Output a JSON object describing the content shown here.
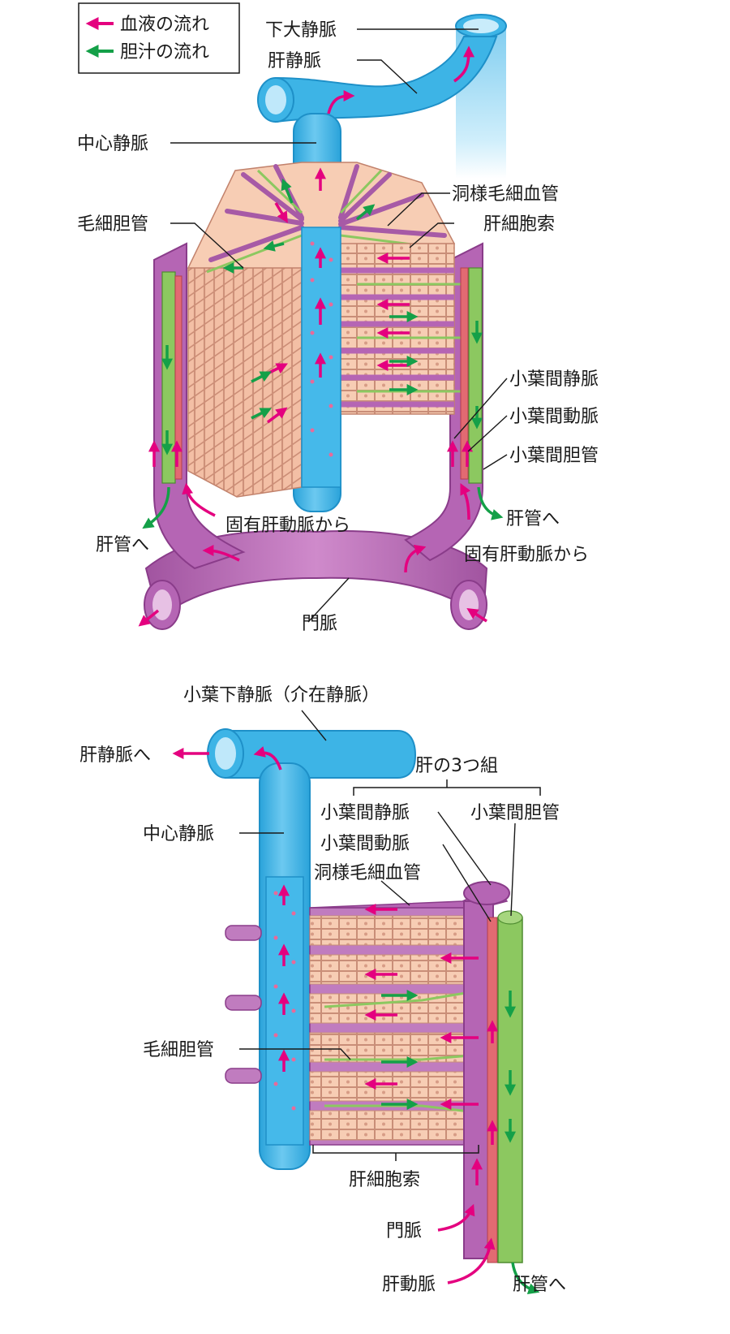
{
  "legend": {
    "blood_flow": "血液の流れ",
    "bile_flow": "胆汁の流れ"
  },
  "top_diagram": {
    "inferior_vena_cava": "下大静脈",
    "hepatic_vein": "肝静脈",
    "central_vein": "中心静脈",
    "sinusoid": "洞様毛細血管",
    "bile_canaliculus": "毛細胆管",
    "hepatic_cord": "肝細胞索",
    "interlobular_vein": "小葉間静脈",
    "interlobular_artery": "小葉間動脈",
    "interlobular_bile_duct": "小葉間胆管",
    "to_hepatic_duct_right": "肝管へ",
    "to_hepatic_duct_left": "肝管へ",
    "from_proper_hepatic_artery_center": "固有肝動脈から",
    "from_proper_hepatic_artery_right": "固有肝動脈から",
    "portal_vein": "門脈"
  },
  "bottom_diagram": {
    "sublobular_vein": "小葉下静脈（介在静脈）",
    "to_hepatic_vein": "肝静脈へ",
    "portal_triad": "肝の3つ組",
    "interlobular_vein": "小葉間静脈",
    "interlobular_bile_duct": "小葉間胆管",
    "interlobular_artery": "小葉間動脈",
    "central_vein": "中心静脈",
    "sinusoid": "洞様毛細血管",
    "bile_canaliculus": "毛細胆管",
    "hepatic_cord": "肝細胞索",
    "portal_vein": "門脈",
    "hepatic_artery": "肝動脈",
    "to_hepatic_duct": "肝管へ"
  },
  "colors": {
    "vein_blue": "#3db4e6",
    "vein_light": "#bfe8fa",
    "portal_purple": "#b565b4",
    "portal_light": "#d9a6d6",
    "artery_red": "#e26a72",
    "bile_green": "#8cc860",
    "hepatocyte": "#f7cdb4",
    "blood_arrow": "#e4007f",
    "bile_arrow": "#14a048"
  }
}
